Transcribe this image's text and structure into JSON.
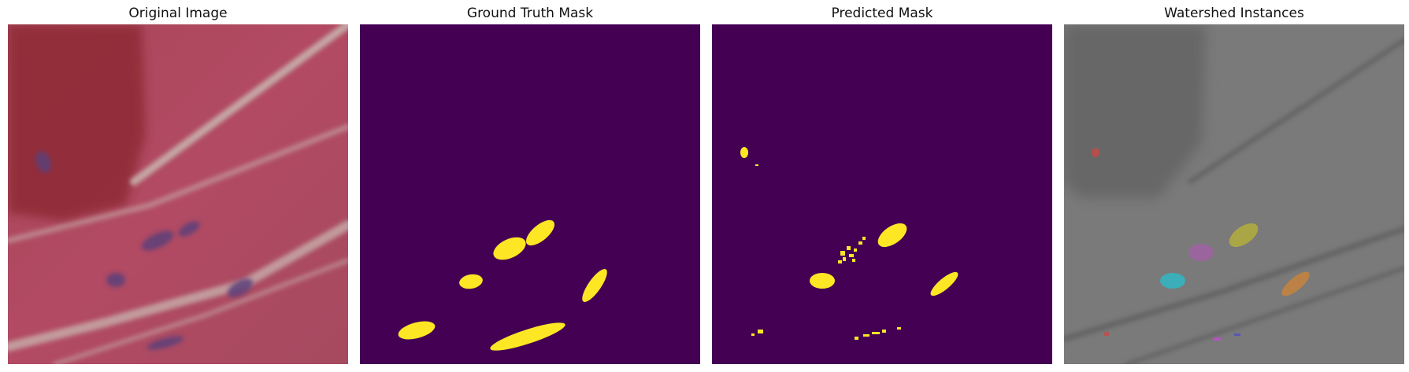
{
  "panels": [
    {
      "title": "Original Image",
      "content": "he-stained-tissue"
    },
    {
      "title": "Ground Truth Mask",
      "content": "binary-mask"
    },
    {
      "title": "Predicted Mask",
      "content": "binary-mask"
    },
    {
      "title": "Watershed Instances",
      "content": "grayscale-instance-overlay"
    }
  ],
  "colors": {
    "mask_background": "#440154",
    "mask_foreground": "#FDE725",
    "tissue_pink": "#b24a63",
    "tissue_dark_red": "#8e2a36",
    "fiber_light": "#c9b7b0",
    "nucleus_purple": "#5b3f7a",
    "instance_red": "#c44a4a",
    "instance_magenta": "#c04cc8",
    "instance_olive": "#b4ae3c",
    "instance_cyan": "#34b4c0",
    "instance_orange": "#c8843c"
  }
}
